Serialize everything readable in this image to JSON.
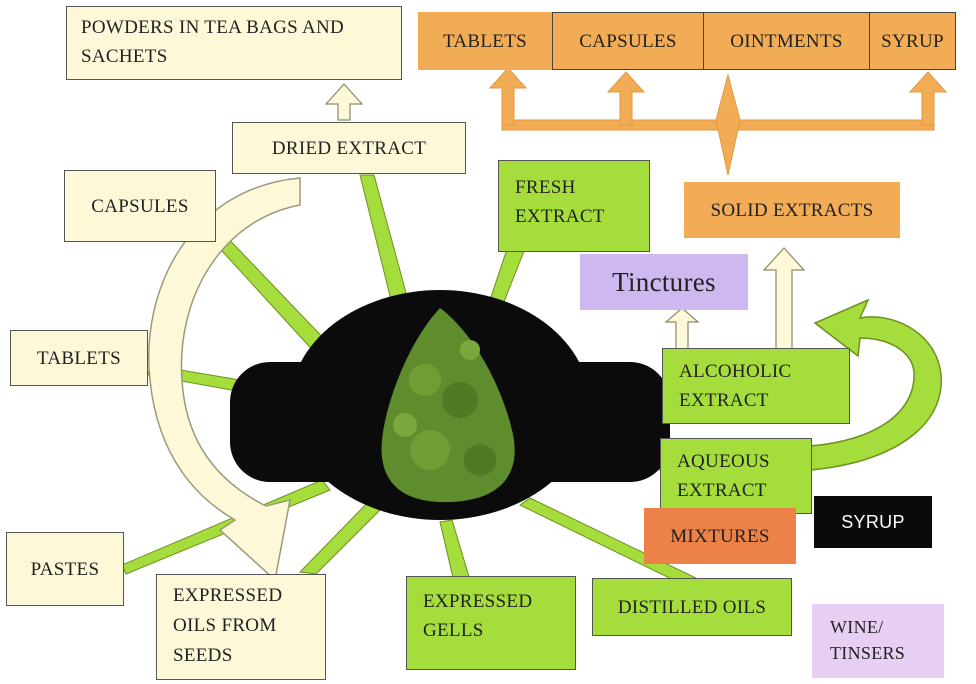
{
  "diagram": {
    "cream_boxes": {
      "powders": [
        "POWDERS IN TEA BAGS AND",
        "SACHETS"
      ],
      "dried_extract": "DRIED EXTRACT",
      "capsules": "CAPSULES",
      "tablets": "TABLETS",
      "pastes": "PASTES",
      "expressed_oils": [
        "EXPRESSED",
        "OILS FROM",
        "SEEDS"
      ]
    },
    "green_boxes": {
      "fresh_extract": [
        "FRESH",
        "EXTRACT"
      ],
      "alcoholic_extract": [
        "ALCOHOLIC",
        "EXTRACT"
      ],
      "aqueous_extract": [
        "AQUEOUS",
        "EXTRACT"
      ],
      "expressed_gells": [
        "EXPRESSED",
        "GELLS"
      ],
      "distilled_oils": "DISTILLED OILS"
    },
    "orange_row": [
      "TABLETS",
      "CAPSULES",
      "OINTMENTS",
      "SYRUP"
    ],
    "solid_extracts": "SOLID EXTRACTS",
    "tinctures": "Tinctures",
    "mixtures": "MIXTURES",
    "syrup_dark": "SYRUP",
    "wine": [
      "WINE/",
      "TINSERS"
    ],
    "colors": {
      "cream": "#fdf8d8",
      "green": "#a5dd3c",
      "orange": "#f2ac55",
      "lavender": "#cdb8ef",
      "mixtures": "#ec8248",
      "syrup": "#0a0a0a",
      "wine": "#e6cff3",
      "hub": "#0b0b0b",
      "plant": "#5f8c2d"
    }
  }
}
